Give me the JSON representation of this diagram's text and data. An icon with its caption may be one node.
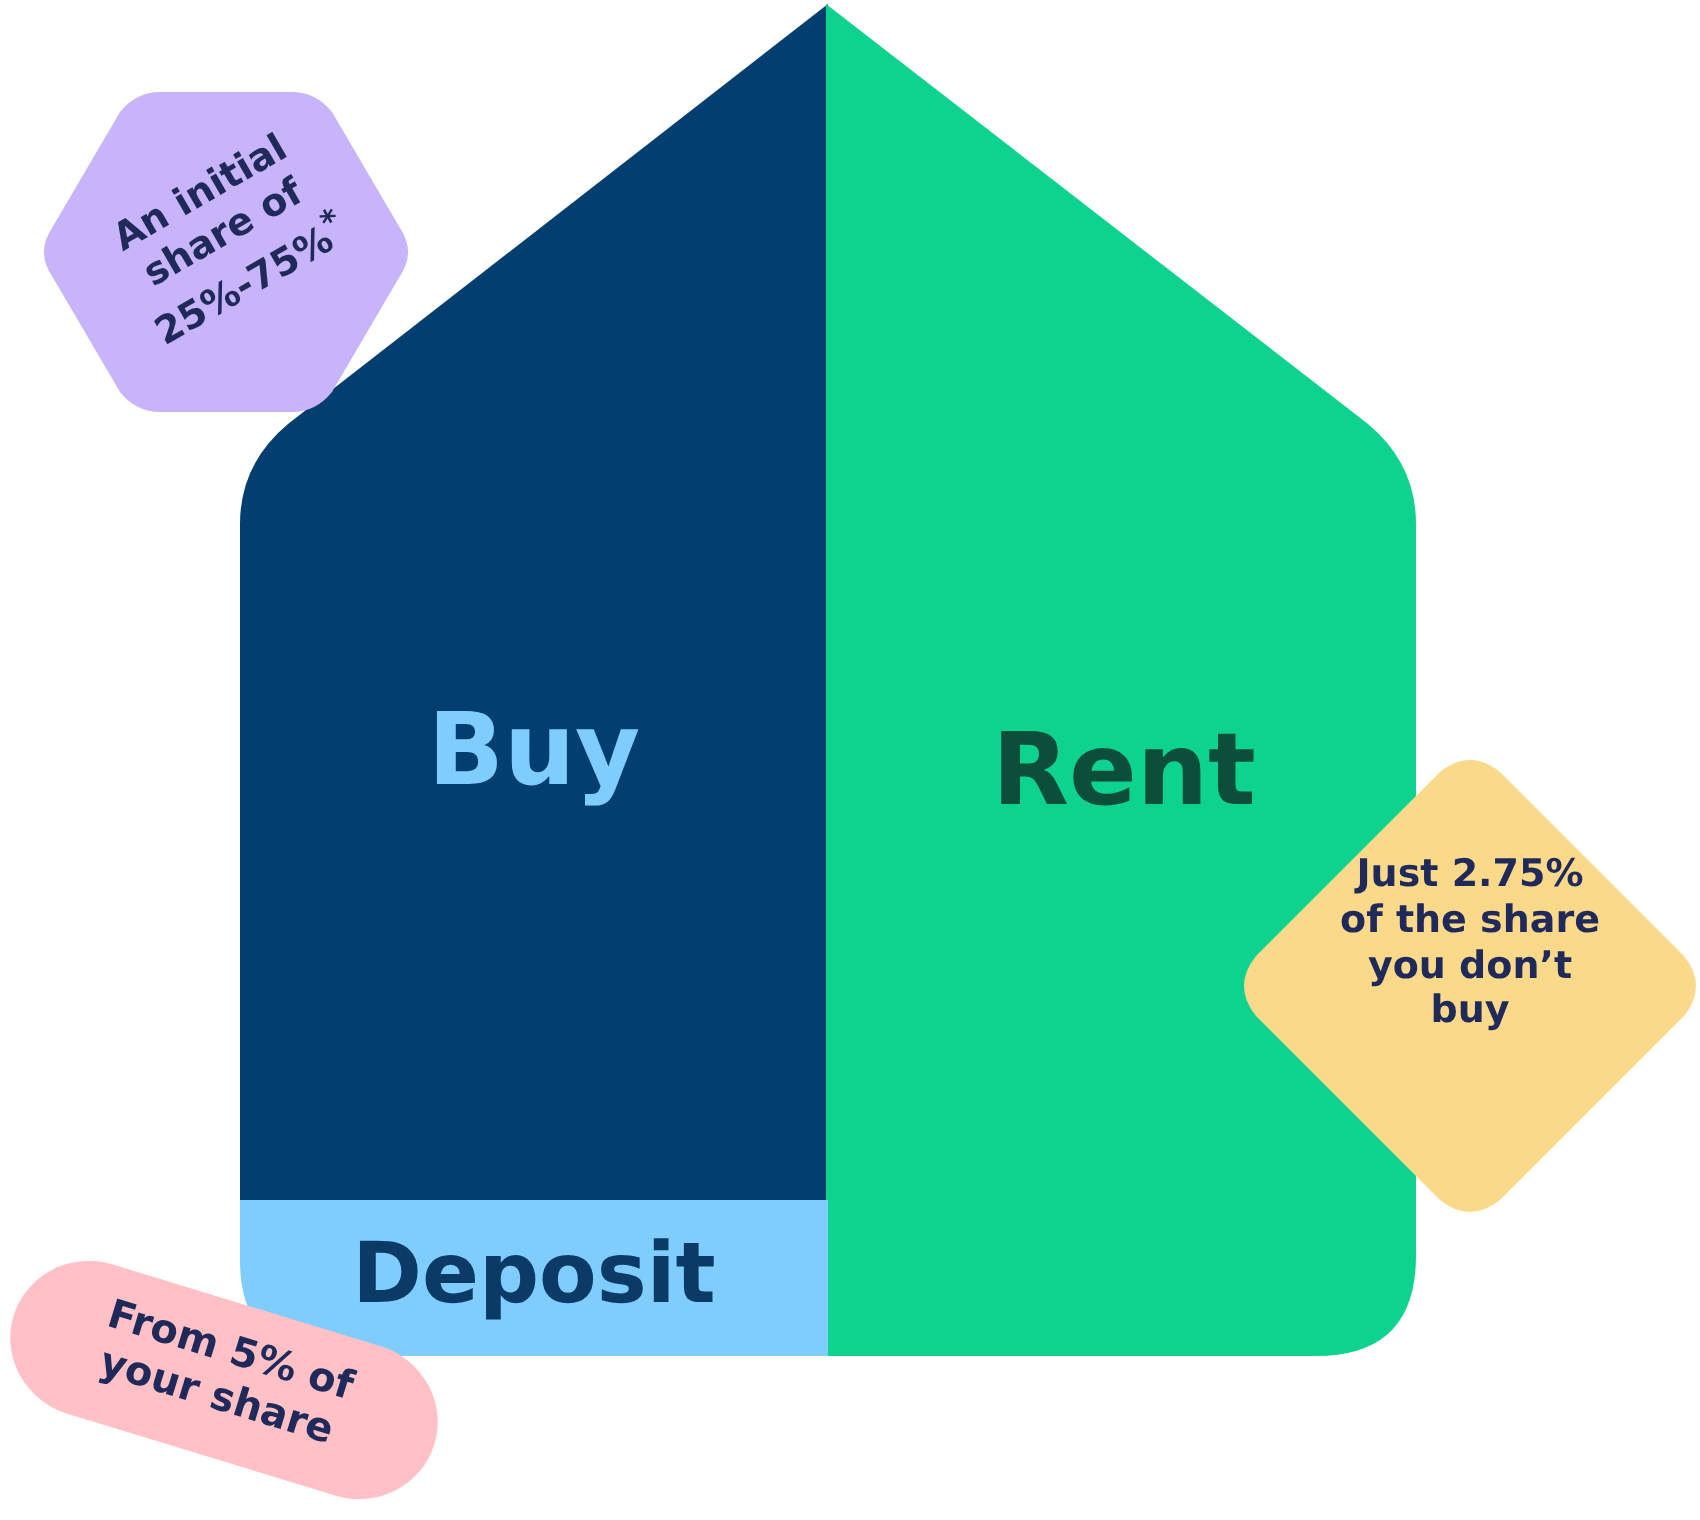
{
  "diagram": {
    "nodes": [
      {
        "text": [
          "Buy"
        ]
      },
      {
        "text": [
          "Rent"
        ]
      },
      {
        "text": [
          "Deposit"
        ]
      },
      {
        "text": [
          "An initial share of 25%-75%$^{*}$"
        ]
      },
      {
        "text": [
          "Just 2.75% of the share you don’t buy"
        ]
      },
      {
        "text": [
          "From 5% of your share"
        ]
      }
    ]
  }
}
